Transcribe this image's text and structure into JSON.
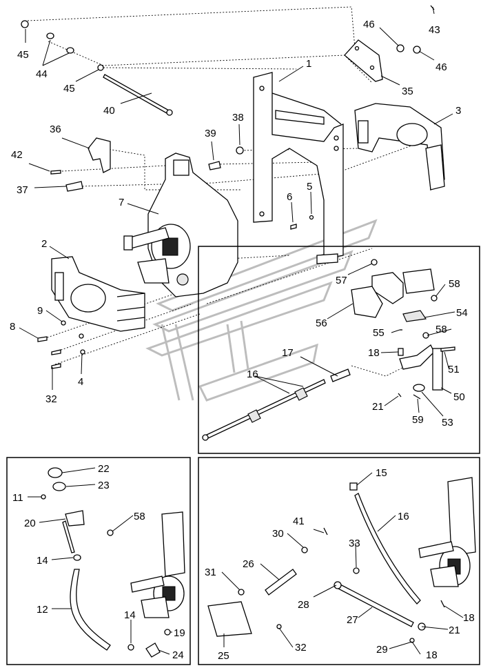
{
  "callouts": {
    "main": [
      "45",
      "44",
      "45",
      "40",
      "36",
      "42",
      "37",
      "46",
      "43",
      "46",
      "35",
      "1",
      "3",
      "39",
      "38",
      "7",
      "6",
      "5",
      "2",
      "9",
      "8",
      "4",
      "32"
    ],
    "inset_control": [
      "57",
      "58",
      "54",
      "56",
      "55",
      "58",
      "18",
      "51",
      "17",
      "16",
      "50",
      "21",
      "59",
      "53"
    ],
    "inset_fill": [
      "22",
      "23",
      "11",
      "20",
      "58",
      "14",
      "12",
      "14",
      "19",
      "24"
    ],
    "inset_shift": [
      "15",
      "16",
      "41",
      "30",
      "33",
      "31",
      "26",
      "28",
      "27",
      "18",
      "21",
      "25",
      "32",
      "29",
      "18"
    ]
  },
  "icons": [
    "watermark-logo-icon",
    "gearcase-icon",
    "bracket-icon",
    "cable-icon"
  ]
}
